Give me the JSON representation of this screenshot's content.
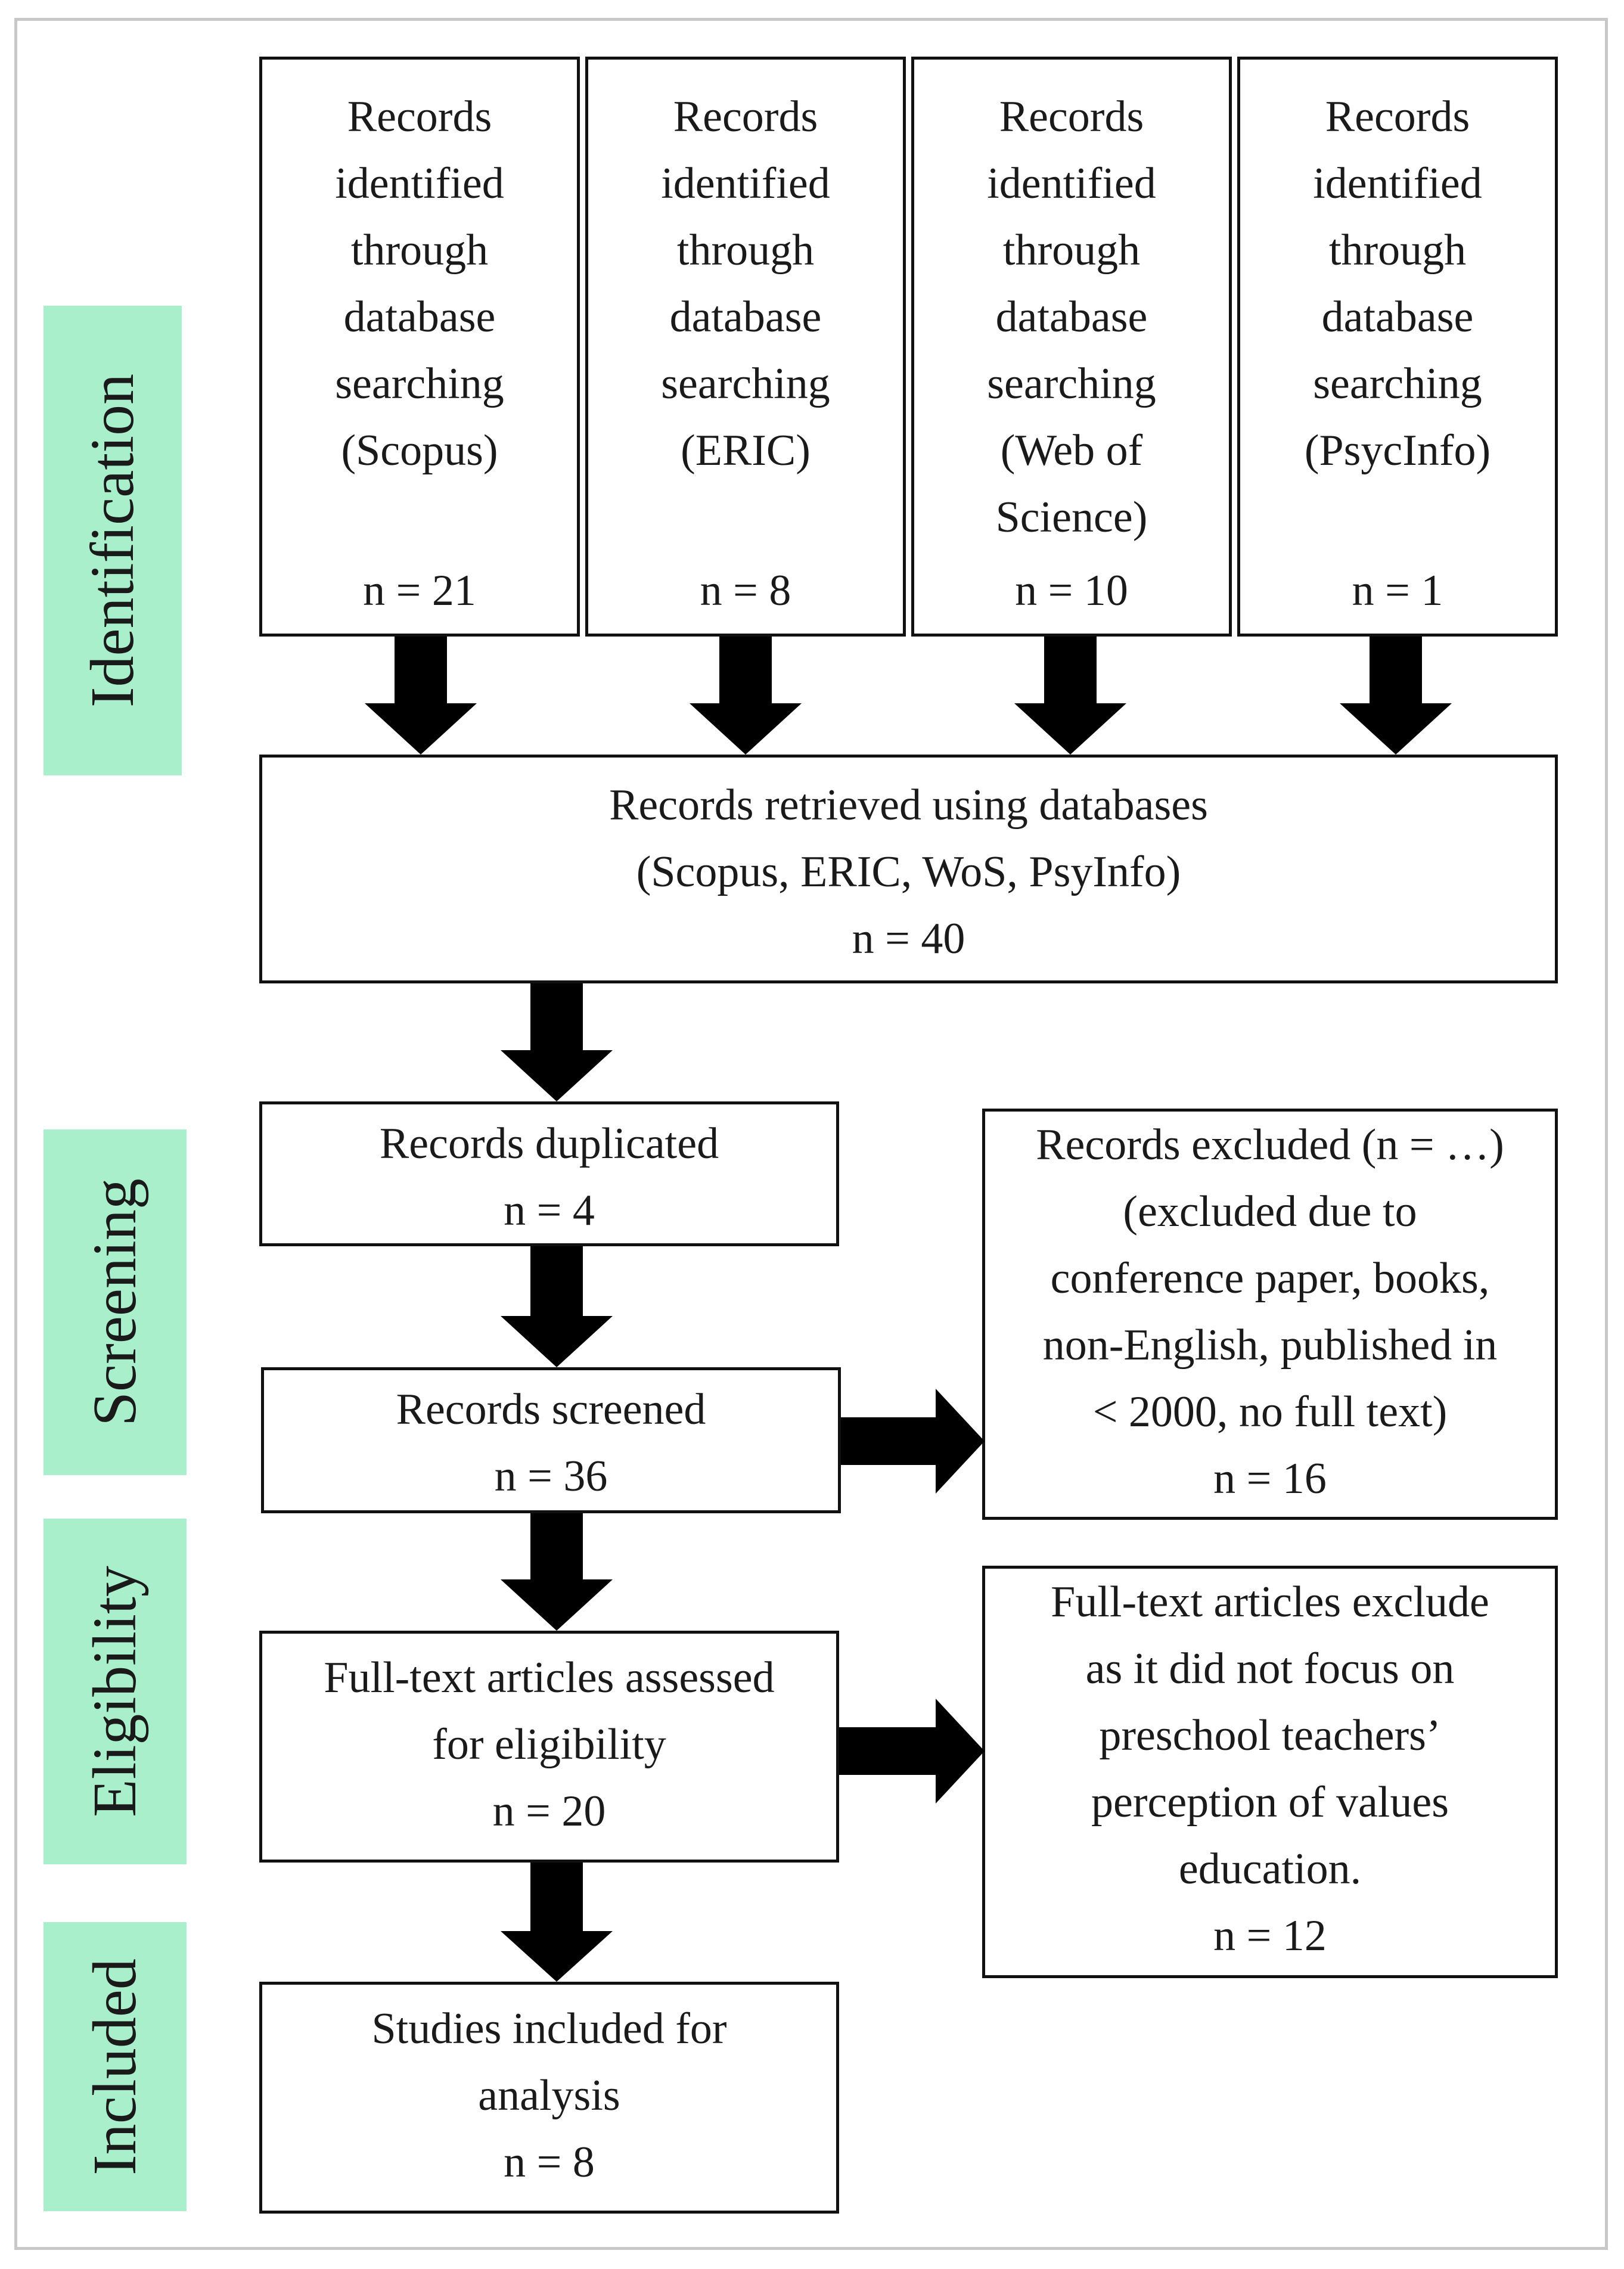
{
  "stages": [
    {
      "id": "identification",
      "label": "Identification"
    },
    {
      "id": "screening",
      "label": "Screening"
    },
    {
      "id": "eligibility",
      "label": "Eligibility"
    },
    {
      "id": "included",
      "label": "Included"
    }
  ],
  "sources": [
    {
      "lines": [
        "Records",
        "identified",
        "through",
        "database",
        "searching",
        "(Scopus)"
      ],
      "n": "n = 21"
    },
    {
      "lines": [
        "Records",
        "identified",
        "through",
        "database",
        "searching",
        "(ERIC)"
      ],
      "n": "n = 8"
    },
    {
      "lines": [
        "Records",
        "identified",
        "through",
        "database",
        "searching",
        "(Web of",
        "Science)"
      ],
      "n": "n = 10"
    },
    {
      "lines": [
        "Records",
        "identified",
        "through",
        "database",
        "searching",
        "(PsycInfo)"
      ],
      "n": "n = 1"
    }
  ],
  "retrieved": {
    "lines": [
      "Records retrieved  using databases",
      "(Scopus, ERIC, WoS, PsyInfo)",
      "n = 40"
    ]
  },
  "duplicated": {
    "lines": [
      "Records duplicated",
      "n = 4"
    ]
  },
  "screened": {
    "lines": [
      "Records screened",
      "n = 36"
    ]
  },
  "excluded_screening": {
    "lines": [
      "Records excluded (n = …)",
      "(excluded due to",
      "conference paper, books,",
      "non-English, published in",
      "< 2000,  no full text)",
      "n =  16"
    ]
  },
  "eligibility": {
    "lines": [
      "Full-text articles  assessed",
      "for eligibility",
      "n = 20"
    ]
  },
  "excluded_fulltext": {
    "lines": [
      "Full-text articles  exclude",
      "as it did not focus on",
      "preschool teachers’",
      "perception of values",
      "education.",
      "n =  12"
    ]
  },
  "included": {
    "lines": [
      "Studies included for",
      "analysis",
      "n =  8"
    ]
  }
}
